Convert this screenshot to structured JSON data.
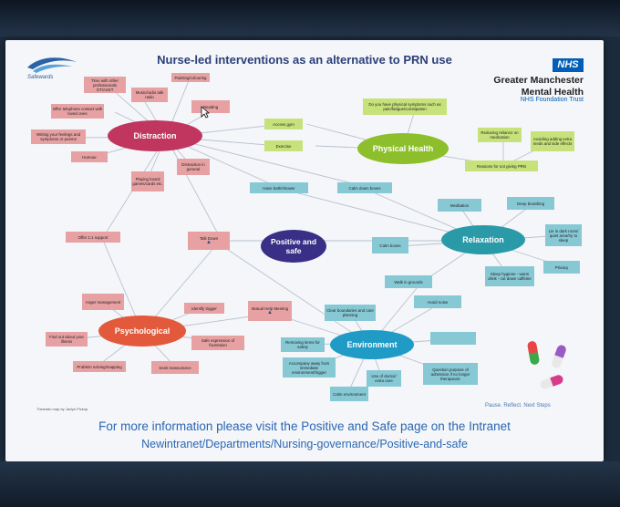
{
  "title": "Nurse-led interventions as an alternative to PRN use",
  "org": {
    "nhs_badge": "NHS",
    "name_line1": "Greater Manchester",
    "name_line2": "Mental Health",
    "name_line3": "NHS Foundation Trust",
    "safewards": "Safewards"
  },
  "hubs": {
    "distraction": "Distraction",
    "physical_health": "Physical Health",
    "relaxation": "Relaxation",
    "positive_safe": "Positive and safe",
    "psychological": "Psychological",
    "environment": "Environment"
  },
  "boxes": {
    "time_with_professionals": "Time with other professionals OT/ASST",
    "painting": "Painting/colouring",
    "music": "Music/radio talk radio",
    "telephone": "Offer telephone contact with loved ones",
    "reading": "Reading",
    "writing": "Writing your feelings and symptoms or poems",
    "humour": "Humour",
    "playing_games": "Playing board games/cards etc.",
    "distraction_general": "Distraction in general",
    "access_gym": "Access gym",
    "exercise": "Exercise",
    "physical_symptoms": "Do you have physical symptoms such as pain/fatigue/constipation",
    "reducing_reliance": "Reducing reliance on medication",
    "avoiding_extra_meds": "Avoiding adding extra meds and side effects",
    "reasons_not_prn": "Reasons for not giving PRN",
    "have_bath": "Have bath/shower",
    "calm_down_boxes": "Calm down boxes",
    "meditation": "Meditation",
    "deep_breathing": "Deep breathing",
    "lie_dark_room": "Lie in dark room/ quiet area/try to sleep",
    "calm_boxes": "Calm boxes",
    "sleep_hygiene": "Sleep hygiene - warm drink - cut down caffeine",
    "privacy": "Privacy",
    "offer_support": "Offer 1:1 support",
    "talk_down": "Talk Down",
    "walk_grounds": "Walk in grounds",
    "avoid_noise": "Avoid noise",
    "anger_management": "Anger management",
    "identify_trigger": "Identify trigger",
    "mutual_help": "Mutual Help Meeting",
    "clear_boundaries": "Clear boundaries and care planning",
    "find_out_illness": "Find out about your illness",
    "safe_expression": "Safe expression of frustration",
    "removing_items": "Removing items for safety",
    "problem_solving": "Problem solving/mapping",
    "seek_reassurance": "Seek reassurance",
    "accompany_away": "Accompany away from immediate environment/trigger",
    "use_doctor": "Use of doctor/ extra care",
    "question_purpose": "Question purpose of admission if no longer therapeutic",
    "calm_environment": "Calm environment"
  },
  "credit": "Thematic map by Jaclyn Pickup",
  "pause": "Pause. Reflect. Next Steps",
  "footer": {
    "line1": "For more information please visit the Positive and Safe page on the Intranet",
    "line2": "Newintranet/Departments/Nursing-governance/Positive-and-safe"
  },
  "colors": {
    "distraction": "#c0365e",
    "physical_health": "#8dbf2c",
    "relaxation": "#2a9aa8",
    "positive_safe": "#3a2f86",
    "psychological": "#e25a3b",
    "environment": "#1f9bc6"
  }
}
